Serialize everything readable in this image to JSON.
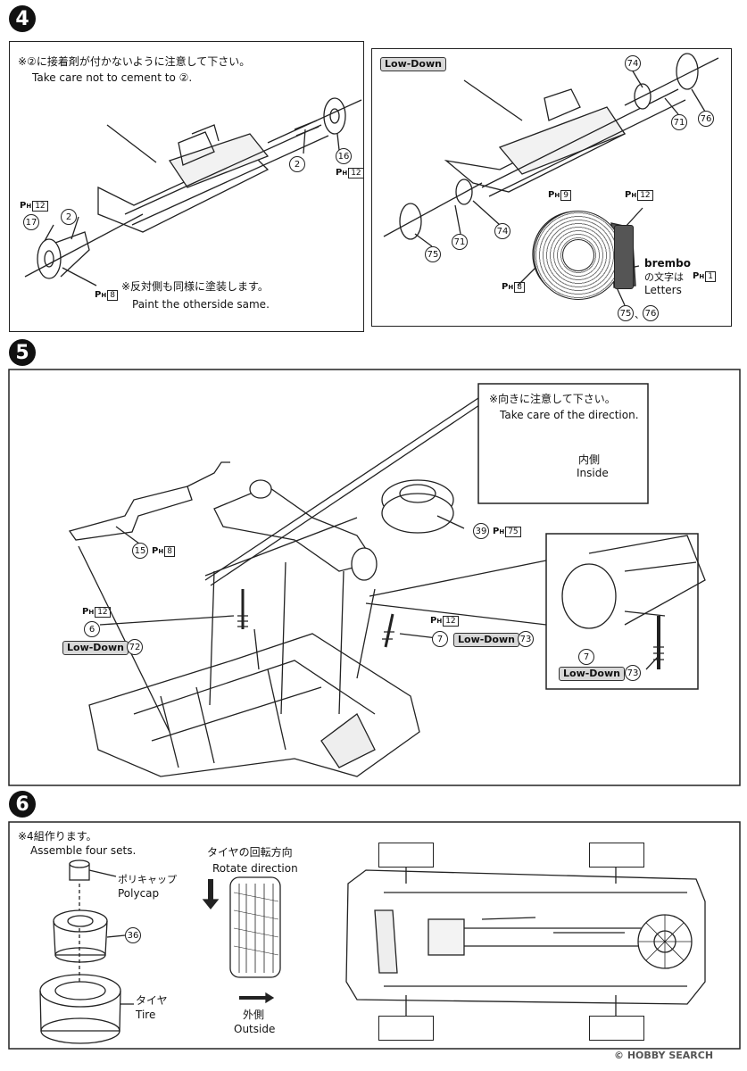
{
  "step4": {
    "number": "4",
    "note_jp": "※②に接着剤が付かないように注意して下さい。",
    "note_en": "Take care not to cement to ②.",
    "other_jp": "※反対側も同様に塗装します。",
    "other_en": "Paint the otherside same.",
    "lowdown_label": "Low-Down",
    "brembo": "brembo",
    "brembo_jp": "の文字は",
    "brembo_en": "Letters",
    "parts": [
      "2",
      "2",
      "16",
      "17",
      "74",
      "71",
      "76",
      "74",
      "71",
      "75",
      "75",
      "76"
    ],
    "paints": [
      "12",
      "12",
      "8",
      "9",
      "12",
      "8",
      "1"
    ],
    "ph_prefix": "P",
    "ph_sub": "H",
    "separator": "、"
  },
  "step5": {
    "number": "5",
    "note_jp": "※向きに注意して下さい。",
    "note_en": "Take care of the direction.",
    "inside_jp": "内側",
    "inside_en": "Inside",
    "lowdown_label": "Low-Down",
    "parts": [
      "15",
      "39",
      "6",
      "72",
      "7",
      "73",
      "7",
      "73"
    ],
    "paints": [
      "8",
      "75",
      "12",
      "12"
    ],
    "ph_prefix": "P",
    "ph_sub": "H"
  },
  "step6": {
    "number": "6",
    "note_jp": "※4組作ります。",
    "note_en": "Assemble four sets.",
    "polycap_jp": "ポリキャップ",
    "polycap_en": "Polycap",
    "part_36": "36",
    "tire_jp": "タイヤ",
    "tire_en": "Tire",
    "rotate_jp": "タイヤの回転方向",
    "rotate_en": "Rotate direction",
    "outside_jp": "外側",
    "outside_en": "Outside"
  },
  "watermark": "© HOBBY SEARCH"
}
